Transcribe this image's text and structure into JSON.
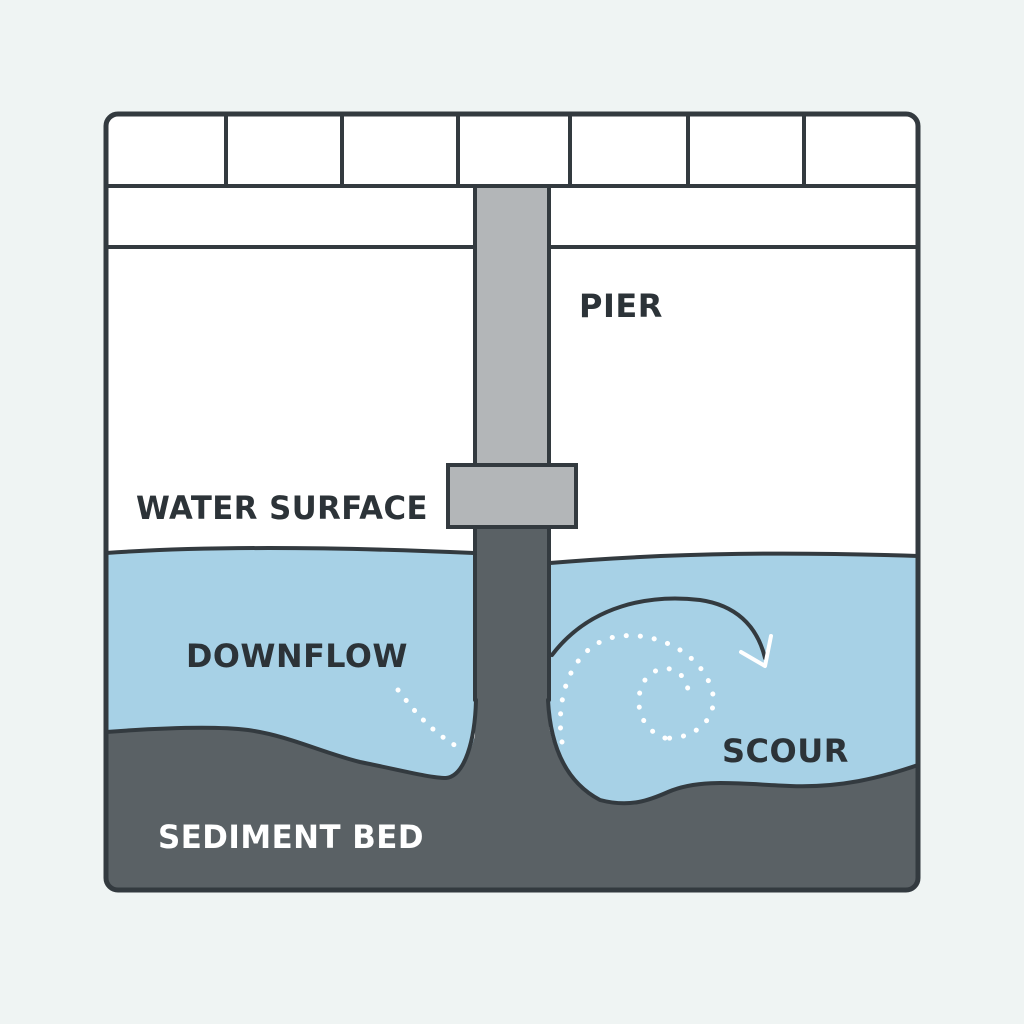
{
  "labels": {
    "pier": "PIER",
    "water_surface": "WATER SURFACE",
    "downflow": "DOWNFLOW",
    "scour": "SCOUR",
    "sediment_bed": "SEDIMENT BED"
  },
  "colors": {
    "background": "#eff4f3",
    "outline": "#333a3f",
    "water": "#a7d1e6",
    "sediment": "#5a6165",
    "pier_above_water": "#b3b6b8",
    "pier_below_water": "#5a6165",
    "label_dark": "#2c3338",
    "label_light": "#ffffff"
  }
}
